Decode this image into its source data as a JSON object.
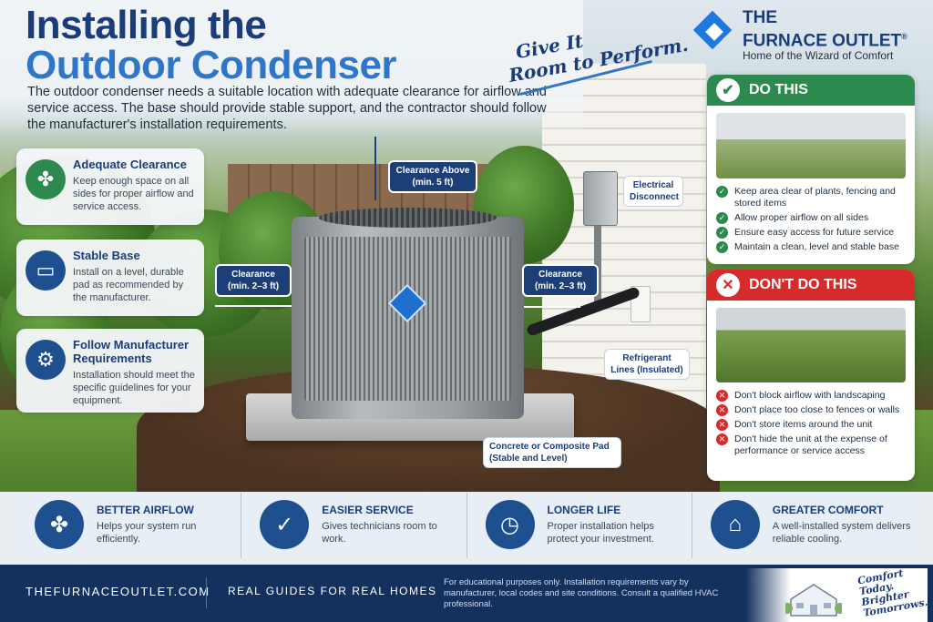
{
  "title": {
    "line1": "Installing the",
    "line2": "Outdoor Condenser"
  },
  "intro": "The outdoor condenser needs a suitable location with adequate clearance for airflow and service access. The base should provide stable support, and the contractor should follow the manufacturer's installation requirements.",
  "slogan": {
    "line1": "Give It",
    "line2": "Room to Perform."
  },
  "brand": {
    "name_line1": "THE",
    "name_line2": "FURNACE OUTLET",
    "mark": "®",
    "tagline": "Home of the Wizard of Comfort"
  },
  "features": [
    {
      "icon": "fan-icon",
      "title": "Adequate Clearance",
      "text": "Keep enough space on all sides for proper airflow and service access."
    },
    {
      "icon": "base-icon",
      "title": "Stable Base",
      "text": "Install on a level, durable pad as recommended by the manufacturer."
    },
    {
      "icon": "gear-icon",
      "title": "Follow Manufacturer Requirements",
      "text": "Installation should meet the specific guidelines for your equipment."
    }
  ],
  "callouts": {
    "above": {
      "l1": "Clearance Above",
      "l2": "(min. 5 ft)"
    },
    "left": {
      "l1": "Clearance",
      "l2": "(min. 2–3 ft)"
    },
    "right": {
      "l1": "Clearance",
      "l2": "(min. 2–3 ft)"
    },
    "disconnect": {
      "l1": "Electrical",
      "l2": "Disconnect"
    },
    "refrigerant": {
      "l1": "Refrigerant",
      "l2": "Lines (Insulated)"
    },
    "pad": {
      "l1": "Concrete or Composite Pad",
      "l2": "(Stable and Level)"
    }
  },
  "do_panel": {
    "heading": "DO THIS",
    "items": [
      "Keep area clear of plants, fencing and stored items",
      "Allow proper airflow on all sides",
      "Ensure easy access for future service",
      "Maintain a clean, level and stable base"
    ]
  },
  "dont_panel": {
    "heading": "DON'T DO THIS",
    "items": [
      "Don't block airflow with landscaping",
      "Don't place too close to fences or walls",
      "Don't store items around the unit",
      "Don't hide the unit at the expense of performance or service access"
    ]
  },
  "benefits": [
    {
      "icon": "fan-icon",
      "title": "BETTER AIRFLOW",
      "text": "Helps your system run efficiently."
    },
    {
      "icon": "shield-check-icon",
      "title": "EASIER SERVICE",
      "text": "Gives technicians room to work."
    },
    {
      "icon": "clock-icon",
      "title": "LONGER LIFE",
      "text": "Proper installation helps protect your investment."
    },
    {
      "icon": "house-icon",
      "title": "GREATER COMFORT",
      "text": "A well-installed system delivers reliable cooling."
    }
  ],
  "footer": {
    "site": "THEFURNACEOUTLET.COM",
    "tagline": "REAL GUIDES FOR REAL HOMES",
    "disclaimer": "For educational purposes only. Installation requirements vary by manufacturer, local codes and site conditions. Consult a qualified HVAC professional.",
    "quote": {
      "l1": "Comfort",
      "l2": "Today.",
      "l3": "Brighter",
      "l4": "Tomorrows."
    }
  },
  "colors": {
    "navy": "#1a3d7a",
    "blue": "#2f76c8",
    "green": "#2d8a4e",
    "red": "#d52b2b",
    "footer": "#14305d"
  }
}
